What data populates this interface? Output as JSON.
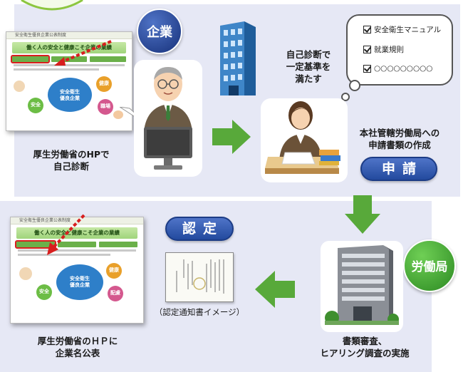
{
  "badges": {
    "company": "企業",
    "labor_bureau": "労働局"
  },
  "pills": {
    "apply": "申請",
    "certify": "認定"
  },
  "captions": {
    "self_diagnosis": [
      "厚生労働省のHPで",
      "自己診断"
    ],
    "meets_criteria": [
      "自己診断で",
      "一定基準を",
      "満たす"
    ],
    "application_docs": [
      "本社管轄労働局への",
      "申請書類の作成"
    ],
    "document_review": [
      "書類審査、",
      "ヒアリング調査の実施"
    ],
    "certificate_image": "（認定通知書イメージ）",
    "publish_name": [
      "厚生労働省のＨＰに",
      "企業名公表"
    ]
  },
  "checklist": [
    "安全衛生マニュアル",
    "就業規則",
    "○○○○○○○○○"
  ],
  "website_mock": {
    "header": "安全衛生優良企業公表制度",
    "banner": "働く人の安全と健康こそ企業の業績",
    "center_label": [
      "安全衛生",
      "優良企業"
    ],
    "side_labels": [
      "健康",
      "安全",
      "職場",
      "配慮"
    ]
  },
  "colors": {
    "band": "#e6e8f5",
    "company_badge": "#1e3a8a",
    "bureau_badge": "#3a9e2e",
    "arrow_green": "#58a93a",
    "pill_blue": "#2e56aa",
    "red_pointer": "#d81e1e"
  },
  "icons": [
    "building-icon",
    "businessman-icon",
    "computer-icon",
    "clerk-woman-icon",
    "office-building-icon",
    "certificate-icon",
    "arrow-right-icon",
    "arrow-down-icon",
    "arrow-left-icon"
  ]
}
